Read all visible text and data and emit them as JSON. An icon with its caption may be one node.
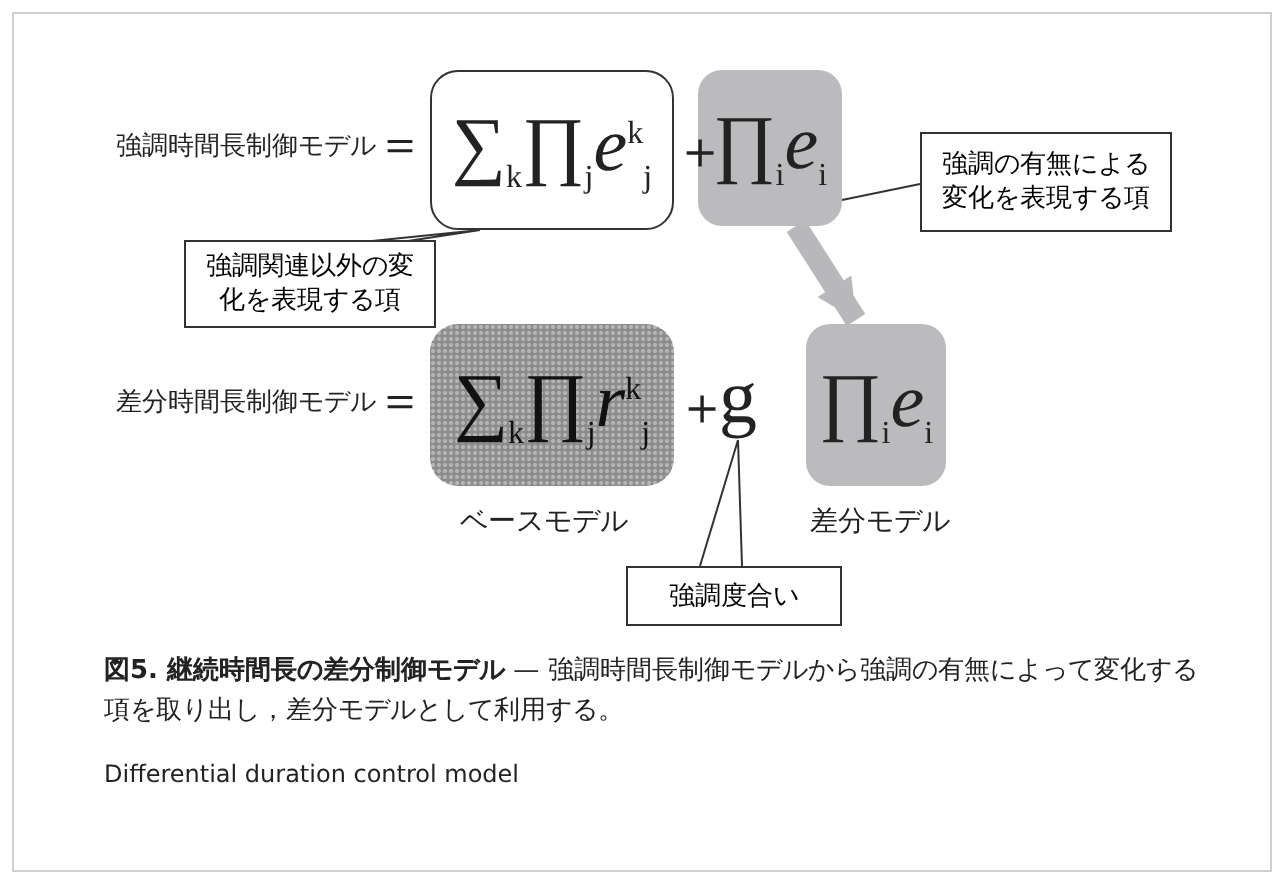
{
  "diagram": {
    "caption": "**図5. 継続時間長の差分制御モデル** — 強調時間長制御モデルから強調の有無によって変化する項を取り出し，差分モデルとして利用する。",
    "nodes": [
      {
        "text": [
          "∑$_{k}$∏$_{j}$*e*$^{k}$$_{j}$"
        ]
      },
      {
        "text": [
          "∏$_{i}$*e*$_{i}$"
        ]
      },
      {
        "text": [
          "強調関連以外の変化を表現する項"
        ]
      },
      {
        "text": [
          "強調の有無による変化を表現する項"
        ]
      },
      {
        "text": [
          "∑$_{k}$∏$_{j}$*r*$^{k}$$_{j}$"
        ],
        "beside": [
          "ベースモデル"
        ]
      },
      {
        "text": [
          "∏$_{i}$*e*$_{i}$"
        ],
        "beside": [
          "差分モデル"
        ]
      },
      {
        "text": [
          "g"
        ]
      },
      {
        "text": [
          "強調度合い"
        ]
      }
    ],
    "edges": [
      {
        "from": 2,
        "to": 0,
        "arrow": "none"
      },
      {
        "from": 3,
        "to": 1,
        "arrow": "none"
      },
      {
        "from": 1,
        "to": 5,
        "arrow": "to",
        "style": "thick",
        "color": "#b8b8bb"
      },
      {
        "from": 7,
        "to": 6,
        "arrow": "none"
      }
    ],
    "labels": [
      "強調時間長制御モデル",
      "＝",
      "＋",
      "差分時間長制御モデル",
      "＝",
      "＋",
      "Differential duration control model"
    ]
  }
}
